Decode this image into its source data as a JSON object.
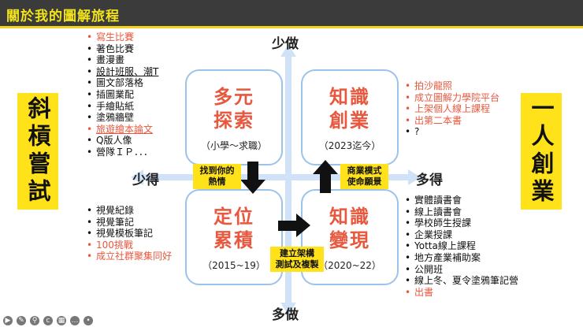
{
  "title": "關於我的圖解旅程",
  "left_banner": "斜槓嘗試",
  "right_banner": "一人創業",
  "axis": {
    "top": "少做",
    "bottom": "多做",
    "left": "少得",
    "right": "多得"
  },
  "quadrants": {
    "top_left": {
      "title_line1": "多元",
      "title_line2": "探索",
      "subtitle": "（小學～求職）"
    },
    "top_right": {
      "title_line1": "知識",
      "title_line2": "創業",
      "subtitle": "（2023迄今）"
    },
    "bottom_left": {
      "title_line1": "定位",
      "title_line2": "累積",
      "subtitle": "（2015~19）"
    },
    "bottom_right": {
      "title_line1": "知識",
      "title_line2": "變現",
      "subtitle": "（2020~22）"
    }
  },
  "tags": {
    "find_passion": [
      "找到你的",
      "熱情"
    ],
    "business_model": [
      "商業模式",
      "使命願景"
    ],
    "build_framework": [
      "建立架構",
      "測試及複製"
    ]
  },
  "lists": {
    "top_left": [
      {
        "text": "寫生比賽",
        "color": "red"
      },
      {
        "text": "著色比賽",
        "color": "black"
      },
      {
        "text": "畫漫畫",
        "color": "black"
      },
      {
        "text": "設計班服、潮T",
        "color": "black"
      },
      {
        "text": "圖文部落格",
        "color": "black"
      },
      {
        "text": "插圖業配",
        "color": "black"
      },
      {
        "text": "手繪貼紙",
        "color": "black"
      },
      {
        "text": "塗鴉牆壁",
        "color": "black"
      },
      {
        "text": "旅遊繪本論文",
        "color": "red"
      },
      {
        "text": "Q版人像",
        "color": "black"
      },
      {
        "text": "營隊ＩＰ．．．",
        "color": "black"
      }
    ],
    "bottom_left": [
      {
        "text": "視覺紀錄",
        "color": "black"
      },
      {
        "text": "視覺筆記",
        "color": "black"
      },
      {
        "text": "視覺模板筆記",
        "color": "black"
      },
      {
        "text": "100挑戰",
        "color": "red"
      },
      {
        "text": "成立社群聚集同好",
        "color": "red"
      }
    ],
    "top_right": [
      {
        "text": "拍沙龍照",
        "color": "red"
      },
      {
        "text": "成立圖解力學院平台",
        "color": "red"
      },
      {
        "text": "上架個人線上課程",
        "color": "red"
      },
      {
        "text": "出第二本書",
        "color": "red"
      },
      {
        "text": "?",
        "color": "black"
      }
    ],
    "bottom_right": [
      {
        "text": "實體讀書會",
        "color": "black"
      },
      {
        "text": "線上讀書會",
        "color": "black"
      },
      {
        "text": "學校師生授課",
        "color": "black"
      },
      {
        "text": "企業授課",
        "color": "black"
      },
      {
        "text": "Yotta線上課程",
        "color": "black"
      },
      {
        "text": "地方產業補助案",
        "color": "black"
      },
      {
        "text": "公開班",
        "color": "black"
      },
      {
        "text": "線上冬、夏令塗鴉筆記營",
        "color": "black"
      },
      {
        "text": "出書",
        "color": "red"
      }
    ]
  },
  "toolbar_icons": [
    "play-icon",
    "edit-icon",
    "search-icon",
    "cc-icon",
    "grid-icon",
    "chat-icon",
    "more-icon"
  ],
  "colors": {
    "accent_yellow": "#ffe21a",
    "accent_red": "#e8583e",
    "axis_blue": "#cfe2f7"
  }
}
